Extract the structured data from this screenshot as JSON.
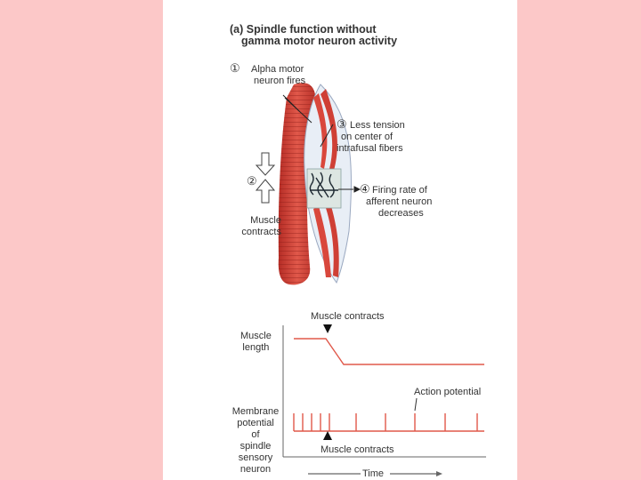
{
  "title": {
    "line1": "(a) Spindle function without",
    "line2": "gamma motor neuron activity"
  },
  "steps": [
    {
      "num": "①",
      "text_l1": "Alpha motor",
      "text_l2": "neuron fires"
    },
    {
      "num": "②",
      "text_l1": "Muscle",
      "text_l2": "contracts"
    },
    {
      "num": "③",
      "text_l1": "Less tension",
      "text_l2": "on center of",
      "text_l3": "intrafusal fibers"
    },
    {
      "num": "④",
      "text_l1": "Firing rate of",
      "text_l2": "afferent neuron",
      "text_l3": "decreases"
    }
  ],
  "graph": {
    "top_marker": "Muscle contracts",
    "bottom_marker": "Muscle contracts",
    "action_potential": "Action potential",
    "muscle_length_l1": "Muscle",
    "muscle_length_l2": "length",
    "membrane_l1": "Membrane",
    "membrane_l2": "potential",
    "membrane_l3": "of",
    "membrane_l4": "spindle",
    "membrane_l5": "sensory",
    "membrane_l6": "neuron",
    "time_label": "Time"
  },
  "colors": {
    "background": "#fcc8c8",
    "trace": "#e0584a",
    "muscle": "#d9473c"
  }
}
